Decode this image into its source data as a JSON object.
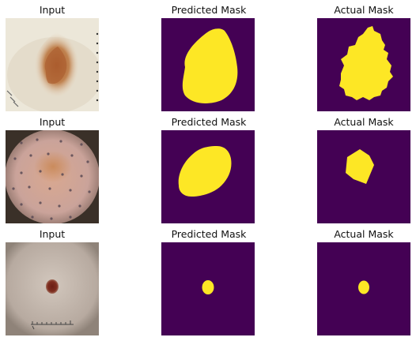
{
  "figure": {
    "rows": [
      {
        "input_title": "Input",
        "predicted_title": "Predicted Mask",
        "actual_title": "Actual Mask"
      },
      {
        "input_title": "Input",
        "predicted_title": "Predicted Mask",
        "actual_title": "Actual Mask"
      },
      {
        "input_title": "Input",
        "predicted_title": "Predicted Mask",
        "actual_title": "Actual Mask"
      }
    ],
    "colors": {
      "mask_background": "#440154",
      "mask_foreground": "#fde725"
    }
  }
}
